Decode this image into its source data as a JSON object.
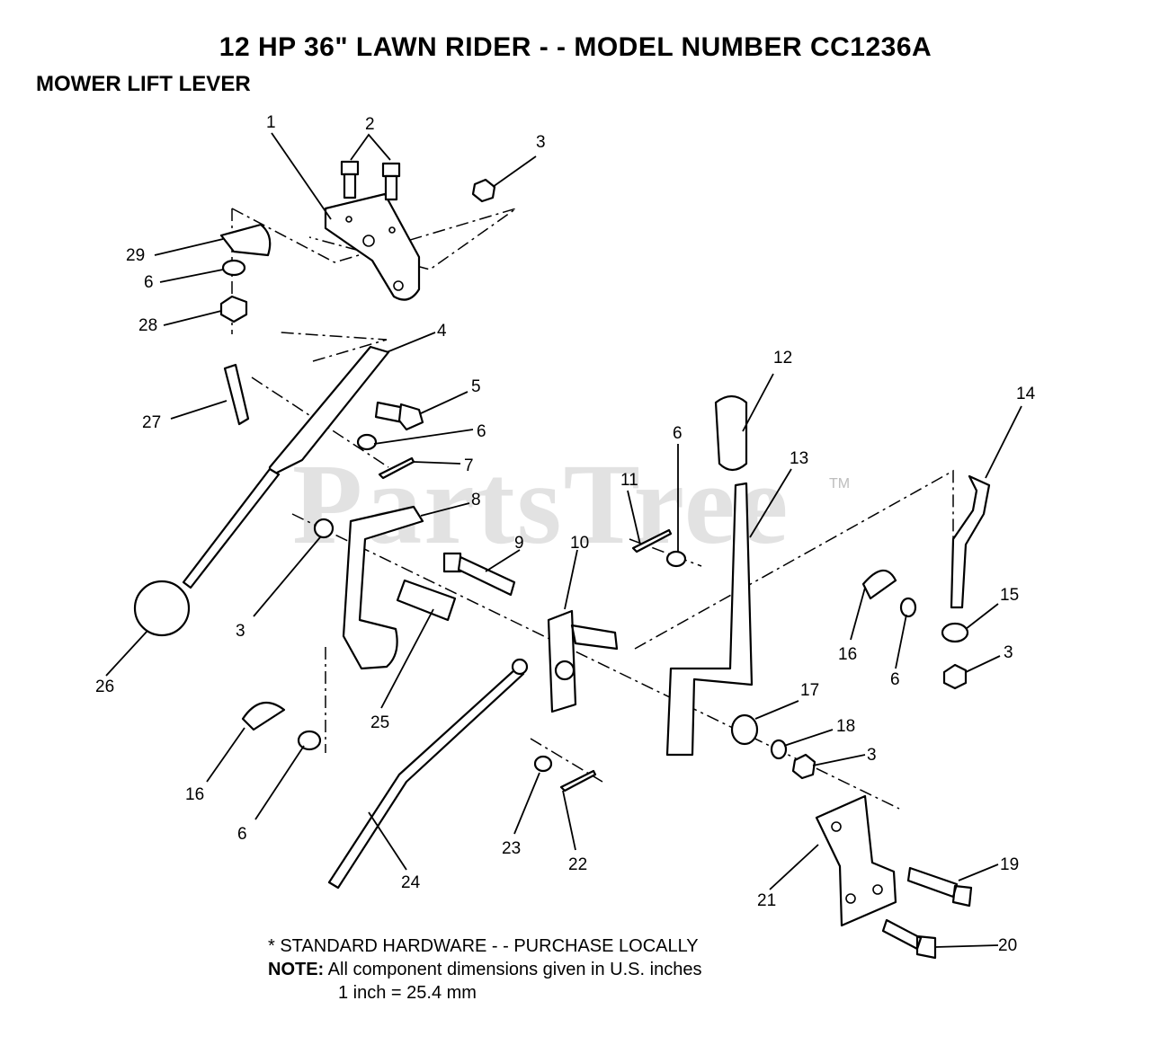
{
  "header": {
    "title": "12 HP 36\" LAWN RIDER - - MODEL NUMBER CC1236A",
    "subtitle": "MOWER LIFT LEVER"
  },
  "watermark": {
    "text": "PartsTree",
    "tm": "TM"
  },
  "callouts": {
    "c1": "1",
    "c2": "2",
    "c3a": "3",
    "c3b": "3",
    "c3c": "3",
    "c3d": "3",
    "c4": "4",
    "c5": "5",
    "c6a": "6",
    "c6b": "6",
    "c6c": "6",
    "c6d": "6",
    "c6e": "6",
    "c7": "7",
    "c8": "8",
    "c9": "9",
    "c10": "10",
    "c11": "11",
    "c12": "12",
    "c13": "13",
    "c14": "14",
    "c15": "15",
    "c16a": "16",
    "c16b": "16",
    "c17": "17",
    "c18": "18",
    "c19": "19",
    "c20": "20",
    "c21": "21",
    "c22": "22",
    "c23": "23",
    "c24": "24",
    "c25": "25",
    "c26": "26",
    "c27": "27",
    "c28": "28",
    "c29": "29"
  },
  "footer": {
    "standard_hardware": "* STANDARD HARDWARE - - PURCHASE LOCALLY",
    "note_label": "NOTE:",
    "note_text": "All component dimensions given in U.S. inches",
    "conversion": "1 inch = 25.4 mm"
  }
}
